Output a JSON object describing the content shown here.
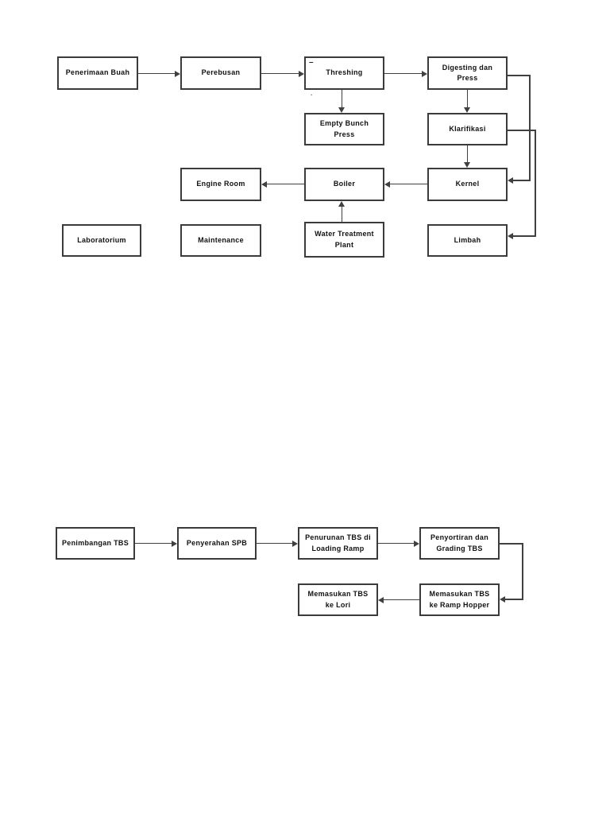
{
  "colors": {
    "background": "#ffffff",
    "box_border": "#3b3b3b",
    "line": "#404040",
    "text": "#111111"
  },
  "diagram1": {
    "description": "palm-oil mill process flowchart",
    "nodes": {
      "penerimaan_buah": {
        "label": "Penerimaan Buah"
      },
      "perebusan": {
        "label": "Perebusan"
      },
      "threshing": {
        "label": "Threshing"
      },
      "digesting_dan_press": {
        "label": "Digesting dan Press"
      },
      "empty_bunch_press": {
        "label": "Empty Bunch Press"
      },
      "klarifikasi": {
        "label": "Klarifikasi"
      },
      "engine_room": {
        "label": "Engine Room"
      },
      "boiler": {
        "label": "Boiler"
      },
      "kernel": {
        "label": "Kernel"
      },
      "laboratorium": {
        "label": "Laboratorium"
      },
      "maintenance": {
        "label": "Maintenance"
      },
      "water_treatment_plant": {
        "label": "Water Treatment Plant"
      },
      "limbah": {
        "label": "Limbah"
      }
    },
    "artifacts": {
      "dash": "–",
      "dot": "."
    }
  },
  "diagram2": {
    "description": "TBS receiving flowchart",
    "nodes": {
      "penimbangan_tbs": {
        "label": "Penimbangan TBS"
      },
      "penyerahan_spb": {
        "label": "Penyerahan SPB"
      },
      "penurunan_tbs_loading_ramp": {
        "label": "Penurunan TBS di Loading Ramp"
      },
      "penyortiran_grading_tbs": {
        "label": "Penyortiran dan Grading TBS"
      },
      "memasukan_tbs_lori": {
        "label": "Memasukan TBS ke Lori"
      },
      "memasukan_tbs_ramp_hopper": {
        "label": "Memasukan TBS ke Ramp Hopper"
      }
    }
  }
}
